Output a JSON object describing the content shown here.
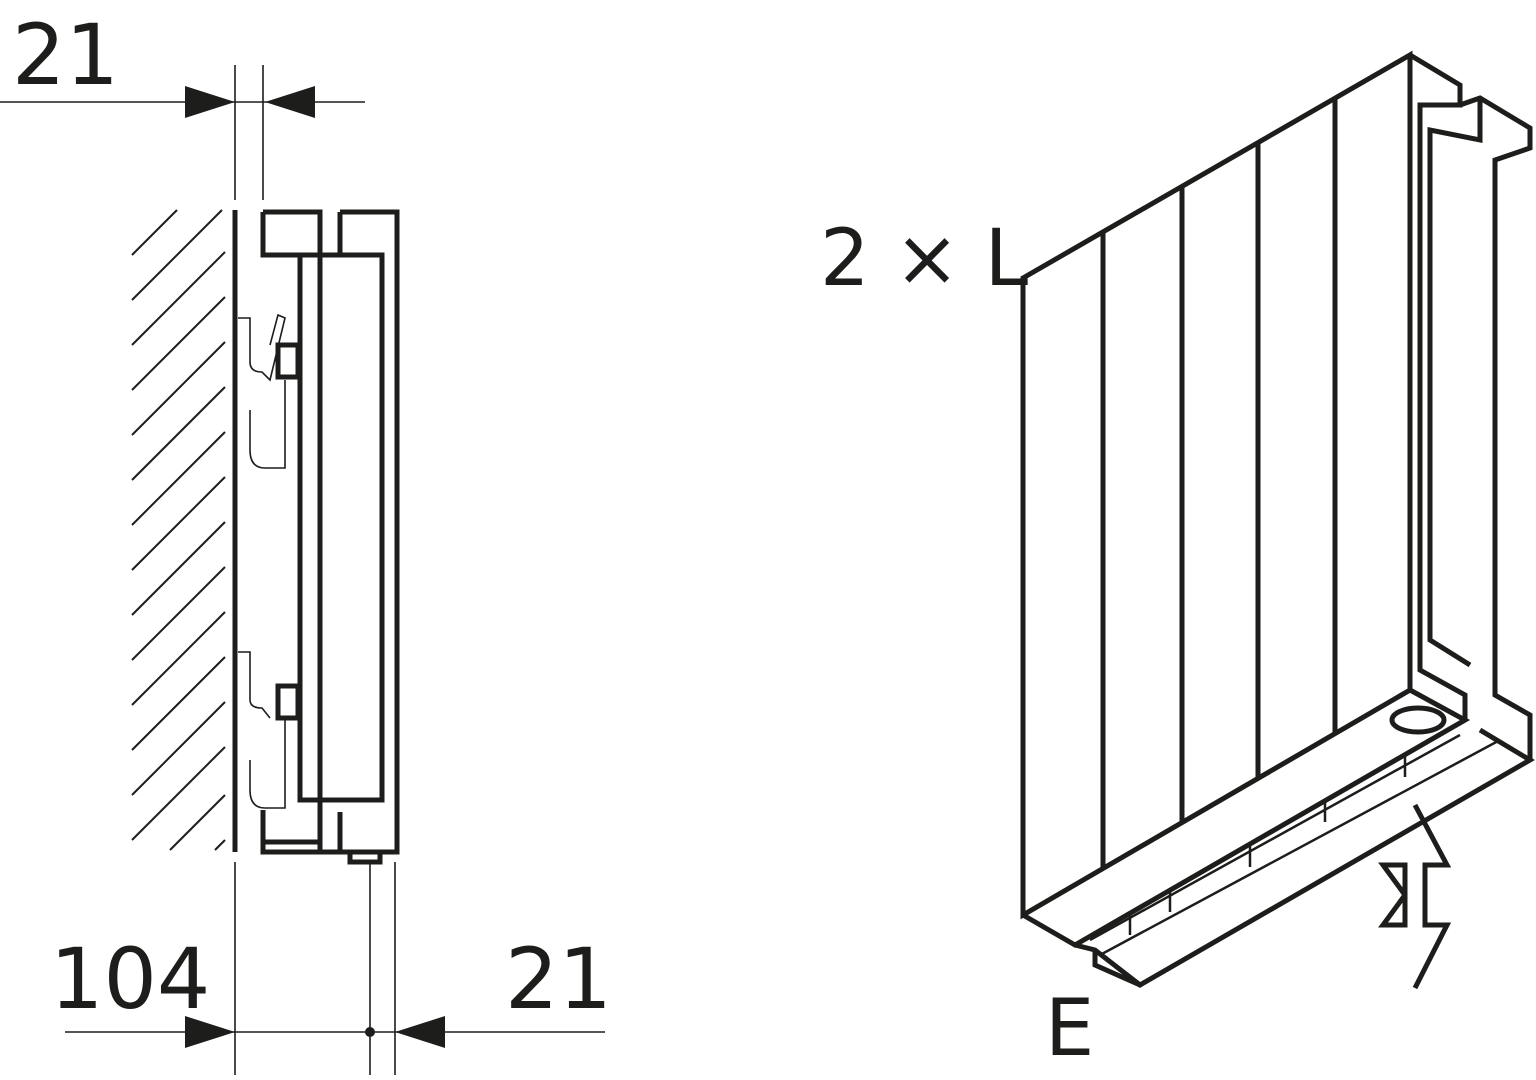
{
  "side_view": {
    "dim_top": "21",
    "dim_bottom_left": "104",
    "dim_bottom_right": "21"
  },
  "iso_view": {
    "quantity_label": "2 × L",
    "connection_label": "E"
  },
  "colors": {
    "line": "#1d1d1b",
    "background": "#ffffff"
  }
}
